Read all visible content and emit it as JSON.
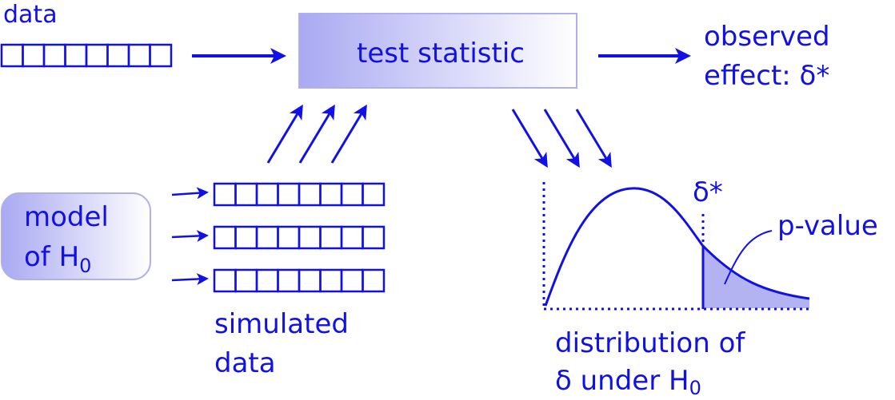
{
  "labels": {
    "data": "data",
    "test_statistic": "test statistic",
    "observed_line1": "observed",
    "observed_line2": "effect: δ*",
    "model_line1": "model",
    "model_line2": "of H",
    "model_sub": "0",
    "simulated_line1": "simulated",
    "simulated_line2": "data",
    "delta_star": "δ*",
    "p_value": "p-value",
    "distribution_line1": "distribution of",
    "distribution_line2": "δ under H",
    "distribution_sub": "0"
  },
  "data_row_cells": 8,
  "simulated_row_cells": 8,
  "colors": {
    "primary": "#1111e6",
    "fill_dark": "#a9a9f2",
    "fill_light": "#ffffff",
    "tail_fill": "#b3b3f2"
  }
}
